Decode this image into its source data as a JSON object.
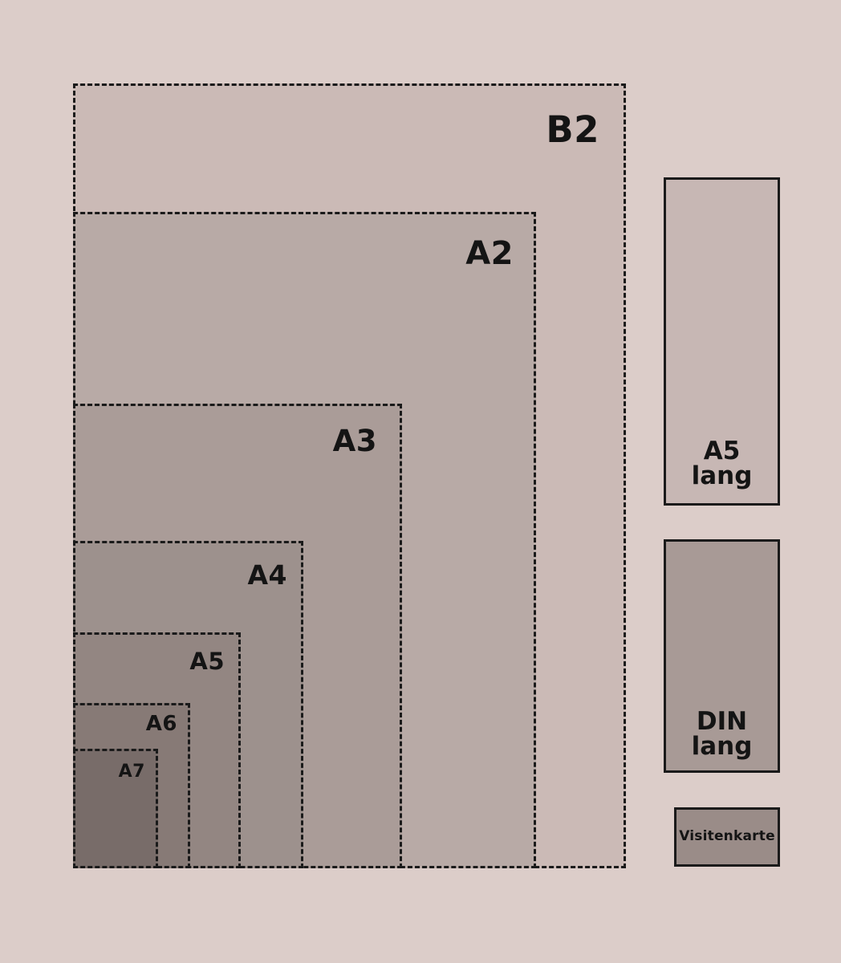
{
  "diagram": {
    "background": "#dccdc9",
    "outline_color": "#1a1a1a",
    "text_color": "#141414",
    "nested_formats": [
      {
        "label": "B2",
        "fill": "#cbbab6"
      },
      {
        "label": "A2",
        "fill": "#b8aaa6"
      },
      {
        "label": "A3",
        "fill": "#aa9c98"
      },
      {
        "label": "A4",
        "fill": "#9d918d"
      },
      {
        "label": "A5",
        "fill": "#938682"
      },
      {
        "label": "A6",
        "fill": "#877a76"
      },
      {
        "label": "A7",
        "fill": "#786c69"
      }
    ],
    "side_formats": [
      {
        "lines": [
          "A5",
          "lang"
        ],
        "fill": "#c7b7b4"
      },
      {
        "lines": [
          "DIN",
          "lang"
        ],
        "fill": "#a89a96"
      },
      {
        "lines": [
          "Visitenkarte"
        ],
        "fill": "#9a8c88"
      }
    ]
  }
}
